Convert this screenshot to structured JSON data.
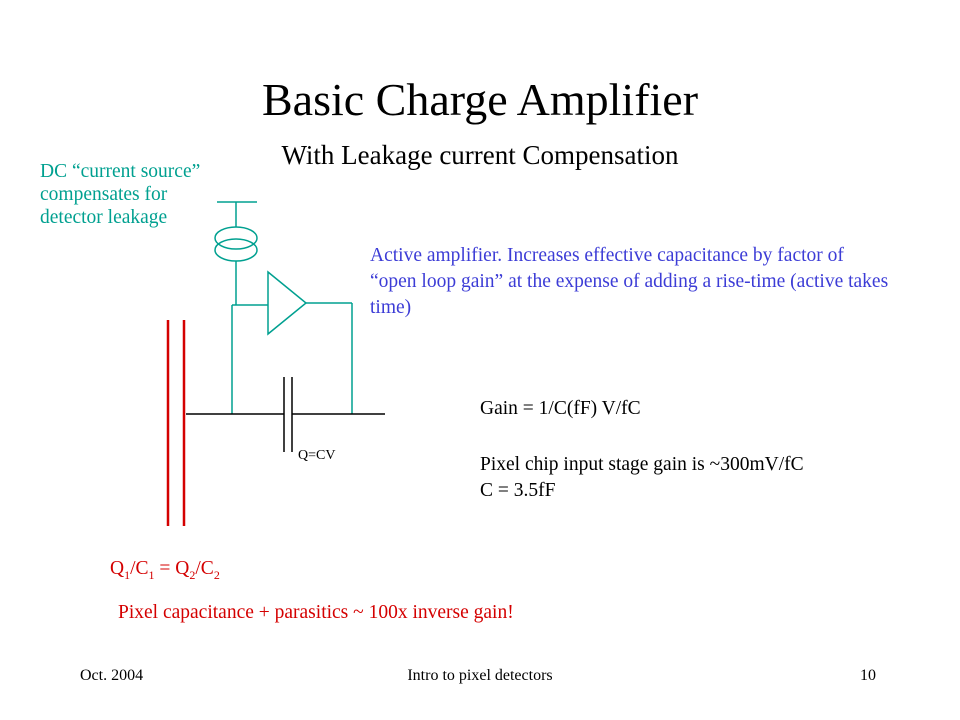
{
  "slide": {
    "title": "Basic Charge Amplifier",
    "subtitle": "With Leakage current Compensation"
  },
  "annotations": {
    "dc_source_note": "DC “current source” compensates for detector leakage",
    "active_amp_note": "Active amplifier. Increases effective capacitance by factor of “open loop gain” at the expense of adding a rise-time (active takes time)",
    "gain_formula": "Gain = 1/C(fF)  V/fC",
    "pixel_gain": "Pixel chip input stage gain is ~300mV/fC",
    "cap_value": "C = 3.5fF",
    "q_cv": "Q=CV",
    "charge_equation": {
      "q1": "Q",
      "sub1": "1",
      "c1": "/C",
      "sub1b": "1",
      "eq": " = Q",
      "sub2": "2",
      "c2": "/C",
      "sub2b": "2"
    },
    "pixel_capacitance": "Pixel capacitance + parasitics ~ 100x inverse gain!"
  },
  "footer": {
    "date": "Oct. 2004",
    "title": "Intro to pixel detectors",
    "page": "10"
  },
  "colors": {
    "teal": "#00a090",
    "blue": "#3c3cd6",
    "red": "#d40000",
    "black": "#000000"
  }
}
